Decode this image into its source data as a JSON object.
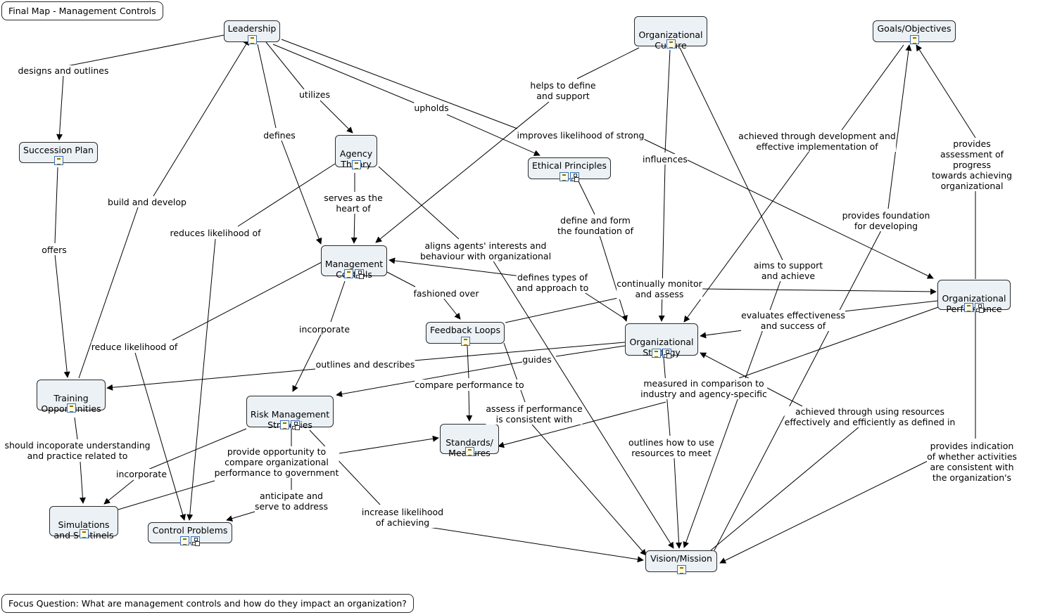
{
  "title": "Final Map - Management Controls",
  "focus_question": "Focus Question: What are management controls and how do they impact an organization?",
  "nodes": {
    "leadership": {
      "label": "Leadership",
      "icons": [
        "doc"
      ]
    },
    "org_culture": {
      "label": "Organizational\nCulture",
      "icons": [
        "doc"
      ]
    },
    "goals": {
      "label": "Goals/Objectives",
      "icons": [
        "doc"
      ]
    },
    "succession": {
      "label": "Succession Plan",
      "icons": [
        "doc"
      ]
    },
    "agency": {
      "label": "Agency\nTheory",
      "icons": [
        "doc"
      ]
    },
    "ethical": {
      "label": "Ethical Principles",
      "icons": [
        "doc",
        "map"
      ]
    },
    "mgmt": {
      "label": "Management\nControls",
      "icons": [
        "doc",
        "map"
      ]
    },
    "org_perf": {
      "label": "Organizational\nPerformance",
      "icons": [
        "doc",
        "map"
      ]
    },
    "feedback": {
      "label": "Feedback Loops",
      "icons": [
        "doc"
      ]
    },
    "org_strategy": {
      "label": "Organizational\nStrategy",
      "icons": [
        "doc",
        "map"
      ]
    },
    "training": {
      "label": "Training\nOpportunities",
      "icons": [
        "doc"
      ]
    },
    "risk": {
      "label": "Risk Management\nStrategies",
      "icons": [
        "doc",
        "map"
      ]
    },
    "standards": {
      "label": "Standards/\nMeasures",
      "icons": [
        "doc"
      ]
    },
    "simulations": {
      "label": "Simulations\nand Sentinels",
      "icons": [
        "doc"
      ]
    },
    "control": {
      "label": "Control Problems",
      "icons": [
        "doc",
        "map"
      ]
    },
    "vision": {
      "label": "Vision/Mission",
      "icons": [
        "doc"
      ]
    }
  },
  "links": {
    "designs": "designs and outlines",
    "utilizes": "utilizes",
    "upholds": "upholds",
    "defines": "defines",
    "helps": "helps to define\nand support",
    "improves": "improves likelihood of strong",
    "influences": "influences",
    "achieved_dev": "achieved through development and\neffective implementation of",
    "provides_assess": "provides assessment of progress\ntowards achieving organizational",
    "build": "build and develop",
    "offers": "offers",
    "serves": "serves as the\nheart of",
    "reduces": "reduces likelihood of",
    "define_form": "define and form\nthe foundation of",
    "aligns": "aligns agents' interests and\nbehaviour with organizational",
    "provides_found": "provides foundation\nfor developing",
    "aims": "aims to support\nand achieve",
    "defines_types": "defines types of\nand approach to",
    "fashioned": "fashioned over",
    "continually": "continually monitor\nand assess",
    "evaluates": "evaluates effectiveness\nand success of",
    "incorporate1": "incorporate",
    "reduce_like": "reduce likelihood of",
    "outlines_desc": "outlines and describes",
    "guides": "guides",
    "compare_perf": "compare performance to",
    "measured": "measured in comparison to\nindustry and agency-specific",
    "assess_if": "assess if performance\nis consistent with",
    "achieved_res": "achieved through using resources\neffectively and efficiently as defined in",
    "should": "should incoporate understanding\nand practice related to",
    "provide_opp": "provide opportunity to\ncompare organizational\nperformance to government",
    "incorporate2": "incorporate",
    "outlines_how": "outlines how to use\nresources to meet",
    "provides_ind": "provides indication of whether activities\nare consistent with the organization's",
    "anticipate": "anticipate and\nserve to address",
    "increase": "increase likelihood\nof achieving"
  }
}
